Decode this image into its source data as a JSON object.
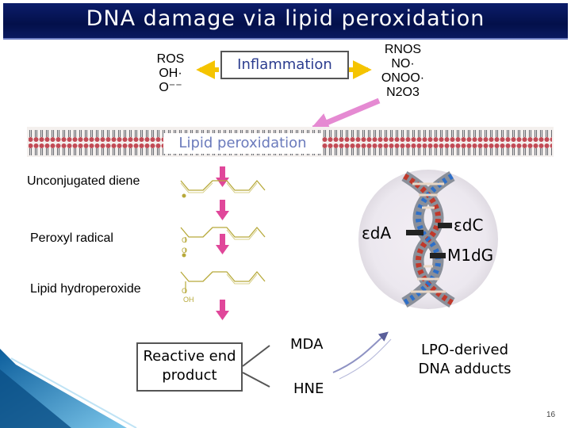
{
  "title": "DNA damage via lipid peroxidation",
  "top": {
    "ros_lines": [
      "ROS",
      "OH·",
      "O⁻⁻"
    ],
    "inflammation": "Inflammation",
    "rnos_lines": [
      "RNOS",
      "NO·",
      "ONOO·",
      "N2O3"
    ]
  },
  "membrane_label": "Lipid peroxidation",
  "steps": {
    "unconjugated": "Unconjugated diene",
    "peroxyl": "Peroxyl radical",
    "hydroperoxide": "Lipid hydroperoxide"
  },
  "reactive_box_lines": [
    "Reactive end",
    "product"
  ],
  "products": {
    "mda": "MDA",
    "hne": "HNE"
  },
  "adducts": {
    "eda": "εdA",
    "edc": "εdC",
    "m1dg": "M1dG"
  },
  "lpo_lines": [
    "LPO-derived",
    "DNA adducts"
  ],
  "molecule_labels": {
    "o1": "O",
    "o2": "O",
    "o3": "O",
    "oh": "OH"
  },
  "page_number": "16",
  "colors": {
    "title_bg": "#03104a",
    "arrow_pink": "#e58ad2",
    "arrow_yellow": "#f5c400",
    "arrow_down": "#e0479a",
    "box_text": "#2c3d8f"
  }
}
